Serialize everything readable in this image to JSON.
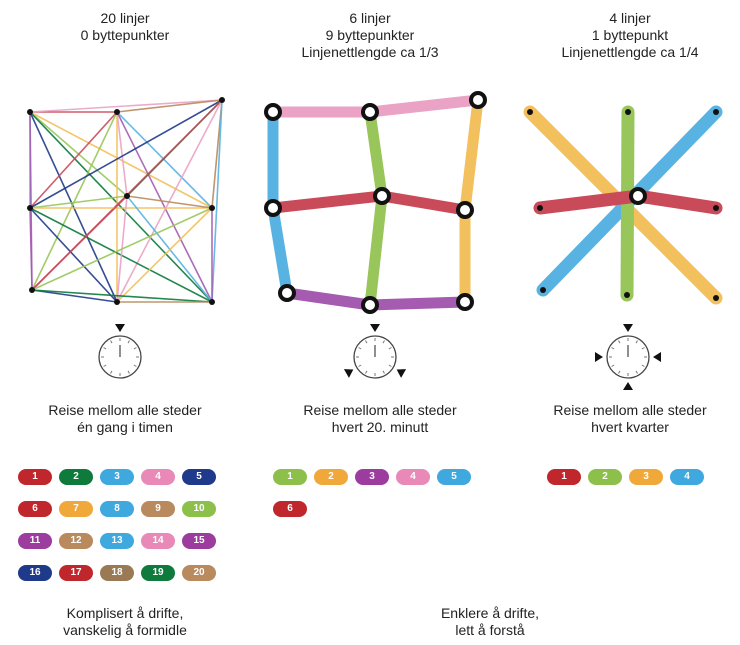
{
  "panels": [
    {
      "heading_line1": "20 linjer",
      "heading_line2": "0 byttepunkter",
      "heading_line3": "",
      "caption_line1": "Reise mellom alle steder",
      "caption_line2": "én gang i timen"
    },
    {
      "heading_line1": "6 linjer",
      "heading_line2": "9 byttepunkter",
      "heading_line3": "Linjenettlengde ca 1/3",
      "caption_line1": "Reise mellom alle steder",
      "caption_line2": "hvert 20. minutt"
    },
    {
      "heading_line1": "4 linjer",
      "heading_line2": "1 byttepunkt",
      "heading_line3": "Linjenettlengde ca 1/4",
      "caption_line1": "Reise mellom alle steder",
      "caption_line2": "hvert kvarter"
    }
  ],
  "footer": {
    "left_line1": "Komplisert å drifte,",
    "left_line2": "vanskelig å formidle",
    "right_line1": "Enklere å drifte,",
    "right_line2": "lett å forstå"
  },
  "line_badges": {
    "panel1": [
      {
        "label": "1",
        "color": "#c0272d"
      },
      {
        "label": "2",
        "color": "#0e7a3c"
      },
      {
        "label": "3",
        "color": "#3fa9df"
      },
      {
        "label": "4",
        "color": "#e889b8"
      },
      {
        "label": "5",
        "color": "#1f3a8a"
      },
      {
        "label": "6",
        "color": "#c0272d"
      },
      {
        "label": "7",
        "color": "#f0a83a"
      },
      {
        "label": "8",
        "color": "#3fa9df"
      },
      {
        "label": "9",
        "color": "#b88a5e"
      },
      {
        "label": "10",
        "color": "#8cc04a"
      },
      {
        "label": "11",
        "color": "#9b3c9e"
      },
      {
        "label": "12",
        "color": "#b88a5e"
      },
      {
        "label": "13",
        "color": "#3fa9df"
      },
      {
        "label": "14",
        "color": "#e889b8"
      },
      {
        "label": "15",
        "color": "#9b3c9e"
      },
      {
        "label": "16",
        "color": "#1f3a8a"
      },
      {
        "label": "17",
        "color": "#c0272d"
      },
      {
        "label": "18",
        "color": "#9a7a55"
      },
      {
        "label": "19",
        "color": "#0e7a3c"
      },
      {
        "label": "20",
        "color": "#b88a5e"
      }
    ],
    "panel2": [
      {
        "label": "1",
        "color": "#8cc04a"
      },
      {
        "label": "2",
        "color": "#f0a83a"
      },
      {
        "label": "3",
        "color": "#9b3c9e"
      },
      {
        "label": "4",
        "color": "#e889b8"
      },
      {
        "label": "5",
        "color": "#3fa9df"
      },
      {
        "label": "6",
        "color": "#c0272d"
      }
    ],
    "panel3": [
      {
        "label": "1",
        "color": "#c0272d"
      },
      {
        "label": "2",
        "color": "#8cc04a"
      },
      {
        "label": "3",
        "color": "#f0a83a"
      },
      {
        "label": "4",
        "color": "#3fa9df"
      }
    ]
  },
  "colors": {
    "red": "#c94b5a",
    "pink": "#eaa3c5",
    "blue": "#58b3e3",
    "green": "#98c65a",
    "orange": "#f2c05c",
    "purple": "#a45bb0"
  }
}
